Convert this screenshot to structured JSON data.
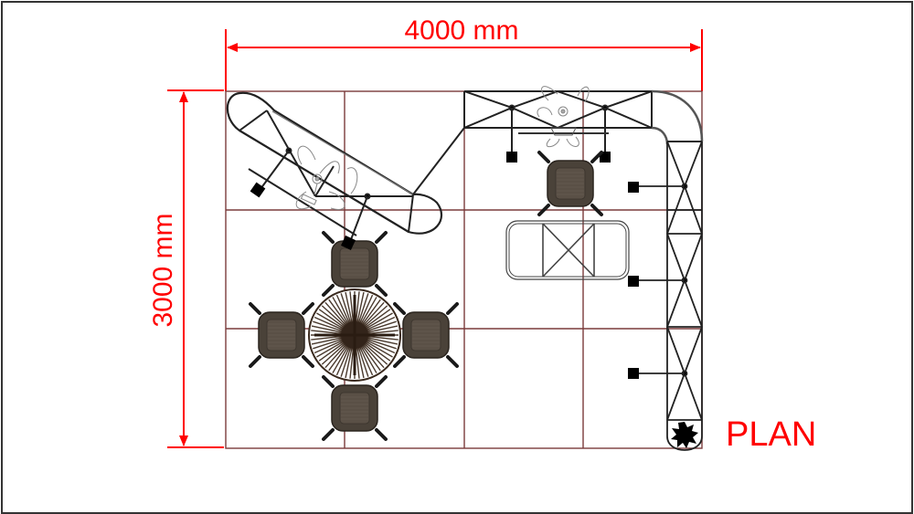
{
  "diagram": {
    "type": "exhibition-booth-floor-plan",
    "title": "PLAN",
    "dimensions": {
      "width_label": "4000 mm",
      "height_label": "3000 mm"
    },
    "colors": {
      "dimension": "#ff0000",
      "grid": "#7a3b3b",
      "truss": "#222222",
      "chair": "#4a4239",
      "background": "#ffffff",
      "frame": "#333333"
    },
    "grid": {
      "columns": 4,
      "rows": 3,
      "module": "1000 mm"
    },
    "elements": [
      {
        "id": "curved-truss-top-left",
        "label": "Curved truss arch"
      },
      {
        "id": "aircraft-model-left",
        "label": "Propeller aircraft model"
      },
      {
        "id": "aircraft-model-top",
        "label": "Propeller aircraft model"
      },
      {
        "id": "straight-truss-top-right",
        "label": "Top truss with corner bend"
      },
      {
        "id": "vertical-truss-right",
        "label": "Vertical truss tower"
      },
      {
        "id": "spotlights",
        "label": "Spotlights",
        "count": 6
      },
      {
        "id": "round-table",
        "label": "Round table"
      },
      {
        "id": "chairs-round-table",
        "label": "Chairs",
        "count": 4
      },
      {
        "id": "chair-top",
        "label": "Chair",
        "count": 1
      },
      {
        "id": "counter",
        "label": "Reception counter"
      },
      {
        "id": "plant",
        "label": "Potted plant"
      }
    ]
  }
}
